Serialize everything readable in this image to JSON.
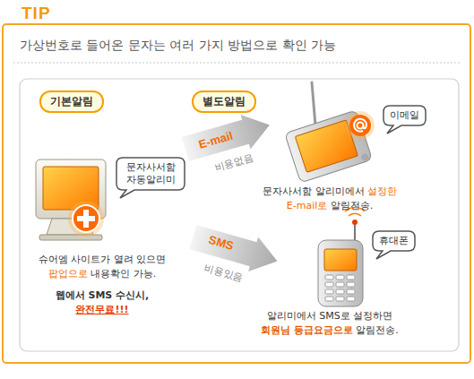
{
  "diagram": {
    "title": "가상번호로 들어온 문자는 여러 가지 방법으로 확인 가능",
    "nodes": [
      {
        "text": [
          "기본알림"
        ]
      },
      {
        "text": [
          "별도알림"
        ]
      },
      {
        "text": [
          "이메일"
        ]
      },
      {
        "text": [
          "E-mail",
          "비용없음"
        ]
      },
      {
        "text": [
          "문자사서함 자동알리미"
        ]
      },
      {
        "text": [
          "SMS",
          "비용있음"
        ]
      },
      {
        "text": [
          "휴대폰"
        ]
      }
    ],
    "labels": [
      "TIP",
      "문자사서함 알리미에서",
      "설정한",
      "E-mail로",
      "알림전송.",
      "슈어엠 사이트가 열려 있으면",
      "팝업으로",
      "내용확인 가능.",
      "웹에서 SMS 수신시,",
      "완전무료!!!",
      "알리미에서 SMS로 설정하면",
      "회원님 등급요금으로",
      "알림전송."
    ]
  }
}
